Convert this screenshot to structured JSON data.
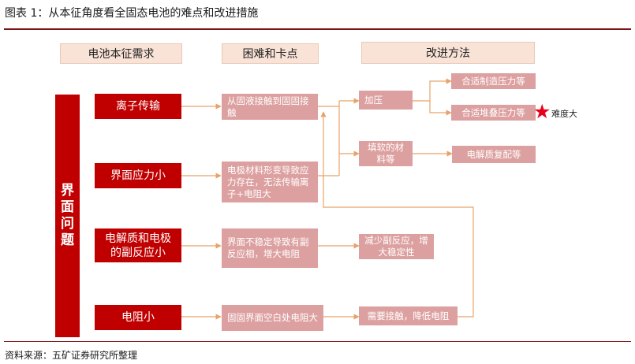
{
  "figure": {
    "title": "图表 1：从本征角度看全固态电池的难点和改进措施",
    "source": "资料来源：五矿证券研究所整理"
  },
  "headers": {
    "intrinsic": "电池本征需求",
    "difficulty": "困难和卡点",
    "improvement": "改进方法"
  },
  "side_label": "界\n面\n问\n题",
  "requirements": {
    "ion": "离子传输",
    "stress": "界面应力小",
    "side_reaction": "电解质和电极\n的副反应小",
    "resistance": "电阻小"
  },
  "difficulties": {
    "solid_liquid": "从固液接触到固固接触",
    "deformation": "电极材料形变导致应力存在，无法传输离子+电阻大",
    "instability": "界面不稳定导致有副反应相，增大电阻",
    "gaps": "固固界面空白处电阻大"
  },
  "improvements": {
    "pressure": "加压",
    "soft_filler": "填软的材料等",
    "manufacturing_pressure": "合适制造压力等",
    "stacking_pressure": "合适堆叠压力等",
    "electrolyte_matching": "电解质复配等",
    "reduce_side_reaction": "减少副反应，增大稳定性",
    "contact": "需要接触，降低电阻"
  },
  "annotations": {
    "difficulty_mark": "难度大"
  },
  "colors": {
    "accent_red": "#c00000",
    "pink_box": "#dda0a0",
    "header_fill": "#f9e2d6",
    "connector": "#e8a36a",
    "star": "#e8001c",
    "rule": "#7a1414"
  }
}
